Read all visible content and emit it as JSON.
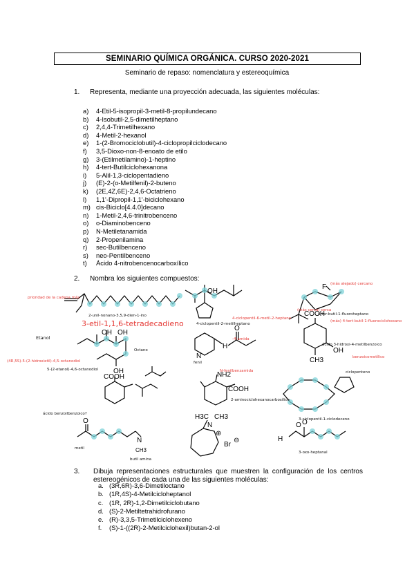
{
  "header": {
    "title": "SEMINARIO QUÍMICA ORGÁNICA. CURSO 2020-2021"
  },
  "subtitle": "Seminario de repaso: nomenclatura y estereoquímica",
  "q1": {
    "number": "1.",
    "text": "Representa, mediante una proyección adecuada, las siguientes moléculas:",
    "items": [
      {
        "label": "a)",
        "text": "4-Etil-5-isopropil-3-metil-8-propilundecano"
      },
      {
        "label": "b)",
        "text": "4-Isobutil-2,5-dimetilheptano"
      },
      {
        "label": "c)",
        "text": "2,4,4-Trimetilhexano"
      },
      {
        "label": "d)",
        "text": "4-Metil-2-hexanol"
      },
      {
        "label": "e)",
        "text": "1-(2-Bromociclobutil)-4-ciclopropilciclodecano"
      },
      {
        "label": "f)",
        "text": "3,5-Dioxo-non-8-enoato de etilo"
      },
      {
        "label": "g)",
        "text": "3-(Etilmetilamino)-1-heptino"
      },
      {
        "label": "h)",
        "text": "4-tert-Butilciclohexanona"
      },
      {
        "label": "i)",
        "text": "5-Alil-1,3-ciclopentadieno"
      },
      {
        "label": "j)",
        "text": "(E)-2-(o-Metilfenil)-2-buteno"
      },
      {
        "label": "k)",
        "text": "(2E,4Z,6E)-2,4,6-Octatrieno"
      },
      {
        "label": "l)",
        "text": "1,1'-Dipropil-1,1'-biciclohexano"
      },
      {
        "label": "m)",
        "text": "cis-Biciclo[4.4.0]decano"
      },
      {
        "label": "n)",
        "text": "1-Metil-2,4,6-trinitrobenceno"
      },
      {
        "label": "o)",
        "text": "o-Diaminobenceno"
      },
      {
        "label": "p)",
        "text": "N-Metiletanamida"
      },
      {
        "label": "q)",
        "text": "2-Propenilamina"
      },
      {
        "label": "r)",
        "text": "sec-Butilbenceno"
      },
      {
        "label": "s)",
        "text": "neo-Pentilbenceno"
      },
      {
        "label": "t)",
        "text": "Ácido 4-nitrobencenocarboxílico"
      }
    ]
  },
  "q2": {
    "number": "2.",
    "text": "Nombra los siguientes compuestos:",
    "structure_labels": {
      "oh1": "OH",
      "oh2": "OH",
      "oh3": "OH",
      "oh4": "OH",
      "cooh1": "COOH",
      "cooh2": "COOH",
      "cooh3": "COOH",
      "oh_acid": "OH",
      "ch3_acid": "CH3",
      "f": "F",
      "nh2": "NH2",
      "n_amide": "N",
      "h_amide": "H",
      "o_amide": "O",
      "o_ester": "O",
      "n_amine": "N",
      "h3c": "H3C",
      "ch3_amm": "CH3",
      "n_amm": "N",
      "plus": "⊕",
      "ch3_b": "CH3",
      "br": "Br",
      "minus": "⊖",
      "h_ald": "H",
      "o_ald1": "O",
      "o_ald2": "O"
    },
    "handwritten": {
      "n1": "3-etil-1,1,6-tetradecadieno",
      "n1_note": "2-unil-nonano-3,5,9-dien-1-ino",
      "n1_side": "prioridad de la cadena más",
      "n2": "4-ciclopentil-2-metilheptano",
      "n2_note": "4-ciclopentil-6-metil-2-heptano",
      "n3_note": "4-ter-butil-1-fluoroheptano",
      "n3_red": "(más alejado) cercano",
      "n3_red2": "(más cerca) cerca",
      "n3_red3": "(más) 4-tert-butil-1-fluorociclohexano",
      "n4_left": "(4R,5S)-5-(2-hidroxietil)-4,5-octanodiol",
      "n4": "5-(2-etanol)-4,6-octanodiol",
      "n4_label_etanol": "Etanol",
      "n4_label_octano": "Octano",
      "n5": "N-fenilbenzamida",
      "n5_note": "-4-amida",
      "n5_label": "fenil",
      "n6": "ácido 3-hidroxi-4-metilbenzoico",
      "n6_red": "benzoicometílico",
      "n7": "ácido benzoilbenzoico?",
      "n8": "2-aminociclohexanocarboxílico",
      "n9": "3-ciclopentil-1-ciclodeceno",
      "n9_side": "ciclopenteno",
      "n10_label": "metil",
      "n11": "3-oxo-heptanal",
      "n12_label": "butil amina"
    }
  },
  "q3": {
    "number": "3.",
    "text": "Dibuja representaciones estructurales que muestren la configuración de los centros estereogénicos de cada una de las siguientes moléculas:",
    "items": [
      {
        "label": "a.",
        "text": "(3R,6R)-3,6-Dimetiloctano"
      },
      {
        "label": "b.",
        "text": "(1R,4S)-4-Metilcicloheptanol"
      },
      {
        "label": "c.",
        "text": "(1R, 2R)-1,2-Dimetilciclobutano"
      },
      {
        "label": "d.",
        "text": "(S)-2-Metiltetrahidrofurano"
      },
      {
        "label": "e.",
        "text": "(R)-3,3,5-Trimetilciclohexeno"
      },
      {
        "label": "f.",
        "text": "(S)-1-((2R)-2-Metilciclohexil)butan-2-ol"
      }
    ]
  },
  "colors": {
    "handwriting": "#e53935",
    "highlight": "#7fd3d9",
    "ink": "#000000"
  }
}
